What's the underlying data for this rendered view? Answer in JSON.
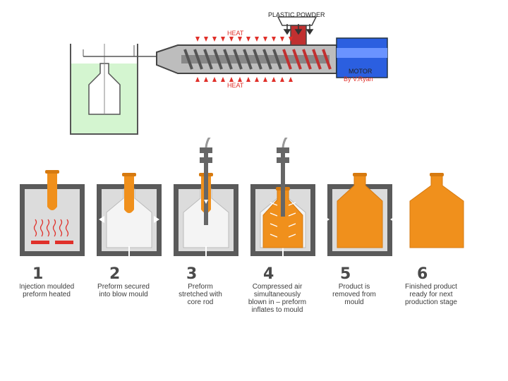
{
  "top_diagram": {
    "labels": {
      "plastic_powder": "PLASTIC POWDER",
      "heat_top": "HEAT",
      "heat_bottom": "HEAT",
      "motor": "MOTOR",
      "credit": "By V.Ryan"
    },
    "colors": {
      "mould_fill": "#d4f5d0",
      "heat_red": "#e0302a",
      "motor_blue": "#2b5fe0",
      "barrel_grey": "#a8a8a8"
    }
  },
  "steps": [
    {
      "number": "1",
      "lines": [
        "Injection moulded",
        "preform heated"
      ]
    },
    {
      "number": "2",
      "lines": [
        "Preform secured",
        "into blow mould"
      ]
    },
    {
      "number": "3",
      "lines": [
        "Preform",
        "stretched with",
        "core rod"
      ]
    },
    {
      "number": "4",
      "lines": [
        "Compressed air",
        "simultaneously",
        "blown in – preform",
        "inflates to mould"
      ]
    },
    {
      "number": "5",
      "lines": [
        "Product is",
        "removed from",
        "mould"
      ]
    },
    {
      "number": "6",
      "lines": [
        "Finished product",
        "ready for next",
        "production stage"
      ]
    }
  ],
  "colors": {
    "mould_dark": "#5a5a5a",
    "mould_light": "#dcdcdc",
    "bottle_orange": "#f0901c",
    "bottle_orange_dark": "#d67a10"
  }
}
